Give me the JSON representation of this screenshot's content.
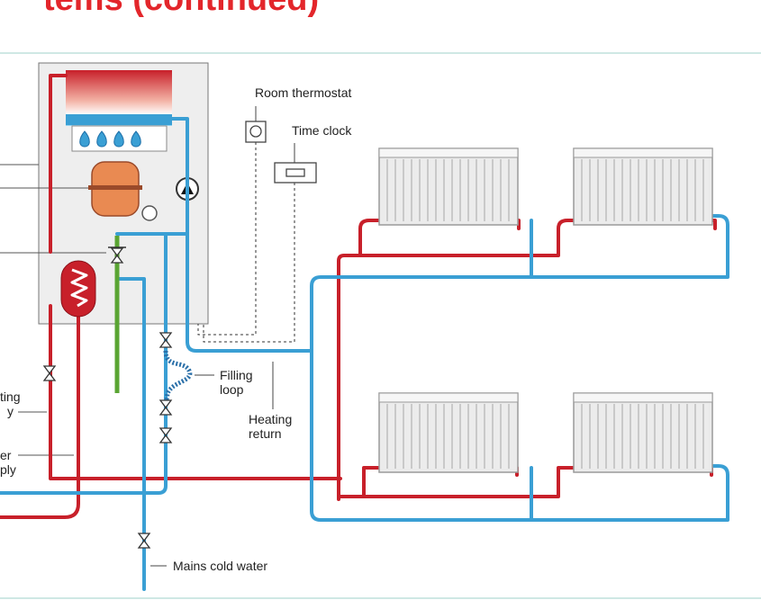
{
  "page": {
    "title": "tems (continued)"
  },
  "labels": {
    "room_thermostat": "Room thermostat",
    "time_clock": "Time clock",
    "filling_loop_1": "Filling",
    "filling_loop_2": "loop",
    "heating_return_1": "Heating",
    "heating_return_2": "return",
    "mains_cold_water": "Mains cold water",
    "heating_flow_1": "ting",
    "heating_flow_2": "y",
    "hot_water_supply_1": "er",
    "hot_water_supply_2": "ply"
  },
  "colors": {
    "title": "#e3262b",
    "flow_pipe": "#c8202a",
    "return_pipe": "#3a9fd4",
    "condensate_pipe": "#5aa533",
    "boiler_casing": "#eeeeee",
    "radiator": "#e6e6e6"
  }
}
